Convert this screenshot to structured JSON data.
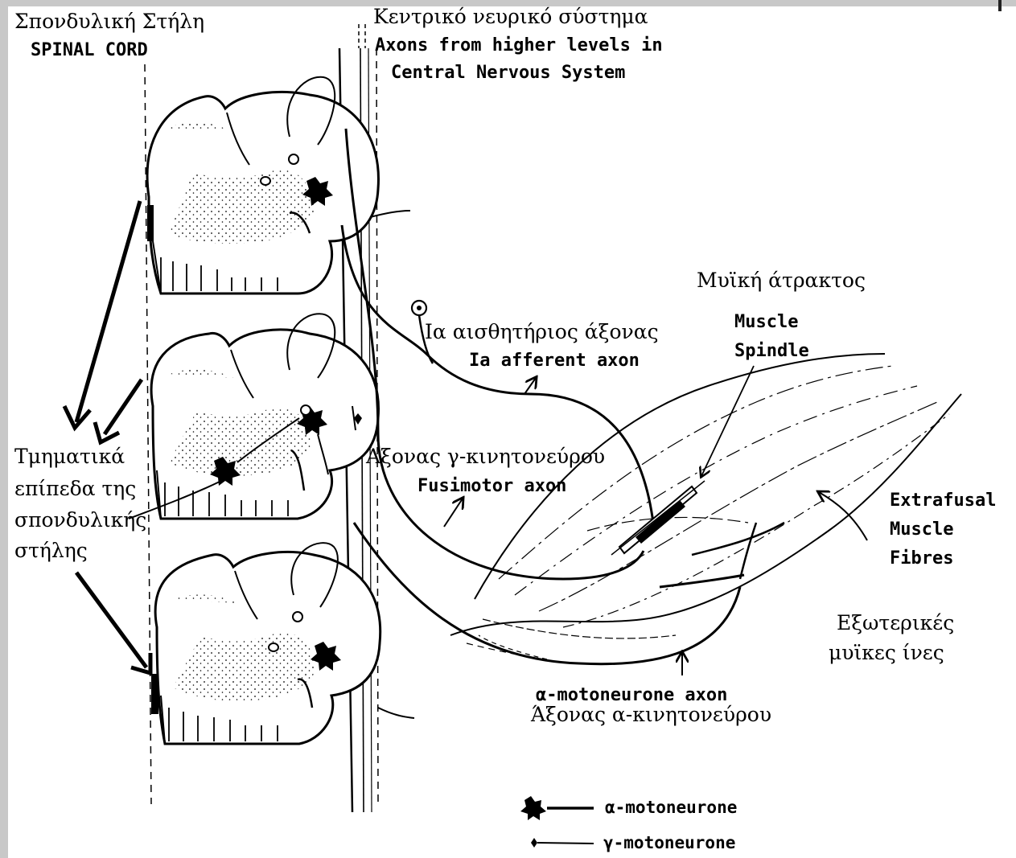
{
  "labels": {
    "spinal_cord_gr": "Σπονδυλική Στήλη",
    "spinal_cord_en": "SPINAL CORD",
    "cns_gr": "Κεντρικό νευρικό σύστημα",
    "cns_en_1": "Axons from higher levels in",
    "cns_en_2": "Central Nervous System",
    "spindle_gr": "Μυϊκή άτρακτος",
    "spindle_en_1": "Muscle",
    "spindle_en_2": "Spindle",
    "ia_gr": "Ια αισθητήριος άξονας",
    "ia_en": "Ia afferent axon",
    "fusimotor_gr": "Άξονας γ-κινητονεύρου",
    "fusimotor_en": "Fusimotor axon",
    "segments_gr_1": "Τμηματικά",
    "segments_gr_2": "επίπεδα της",
    "segments_gr_3": "σπονδυλικής",
    "segments_gr_4": "στήλης",
    "extrafusal_en_1": "Extrafusal",
    "extrafusal_en_2": "Muscle",
    "extrafusal_en_3": "Fibres",
    "extrafusal_gr_1": "Εξωτερικές",
    "extrafusal_gr_2": "μυϊκες ίνες",
    "alpha_axon_en": "α-motoneurone axon",
    "alpha_axon_gr": "Άξονας α-κινητονεύρου"
  },
  "legend": {
    "alpha": "α-motoneurone",
    "gamma": "γ-motoneurone"
  },
  "colors": {
    "ink": "#000000",
    "frame": "#c8c8c8"
  }
}
